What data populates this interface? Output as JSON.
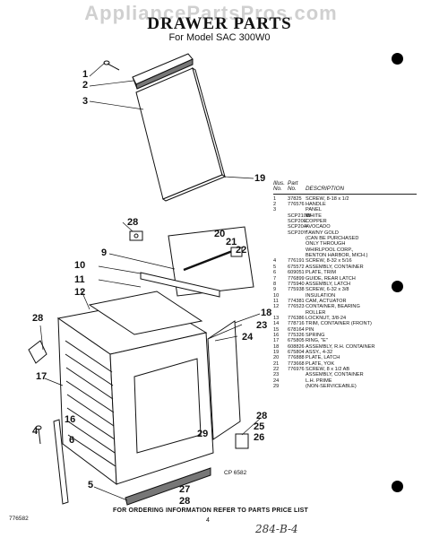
{
  "watermark": "AppliancePartsPros.com",
  "title": "DRAWER PARTS",
  "subtitle": "For Model SAC 300W0",
  "parts_list": {
    "header_line1": [
      "Illus.",
      "Part",
      ""
    ],
    "header_line2": [
      "No.",
      "No.",
      "DESCRIPTION"
    ],
    "rows": [
      [
        "1",
        "37825",
        "SCREW, 8-18 x 1/2"
      ],
      [
        "2",
        "776576",
        "HANDLE"
      ],
      [
        "3",
        "",
        "PANEL"
      ],
      [
        "",
        "SCP210W",
        "WHITE"
      ],
      [
        "",
        "SCP20E",
        "COPPER"
      ],
      [
        "",
        "SCP20A",
        "AVOCADO"
      ],
      [
        "",
        "SCP20Y",
        "TAWNY GOLD"
      ],
      [
        "",
        "",
        "(CAN BE PURCHASED"
      ],
      [
        "",
        "",
        "ONLY THROUGH"
      ],
      [
        "",
        "",
        "WHIRLPOOL CORP.,"
      ],
      [
        "",
        "",
        "BENTON HARBOR, MICH.)"
      ],
      [
        "4",
        "776191",
        "SCREW, 8-32 x 5/16"
      ],
      [
        "5",
        "675572",
        "ASSEMBLY, CONTAINER"
      ],
      [
        "6",
        "609051",
        "PLATE, TRIM"
      ],
      [
        "7",
        "776899",
        "GUIDE, REAR LATCH"
      ],
      [
        "8",
        "775940",
        "ASSEMBLY, LATCH"
      ],
      [
        "9",
        "775938",
        "SCREW, 6-32 x 3/8"
      ],
      [
        "10",
        "",
        "INSULATION"
      ],
      [
        "11",
        "774381",
        "CAM, ACTUATOR"
      ],
      [
        "12",
        "776523",
        "CONTAINER, BEARING"
      ],
      [
        "",
        "",
        "ROLLER"
      ],
      [
        "13",
        "776386",
        "LOCKNUT, 3/8-24"
      ],
      [
        "14",
        "778716",
        "TRIM, CONTAINER (FRONT)"
      ],
      [
        "15",
        "678164",
        "PIN"
      ],
      [
        "16",
        "775326",
        "SPRING"
      ],
      [
        "17",
        "675805",
        "RING, \"E\""
      ],
      [
        "18",
        "608826",
        "ASSEMBLY, R.H. CONTAINER"
      ],
      [
        "19",
        "675804",
        "ASSY., 4-32"
      ],
      [
        "20",
        "776888",
        "PLATE, LATCH"
      ],
      [
        "21",
        "773668",
        "PLATE, YOK"
      ],
      [
        "22",
        "776976",
        "SCREW, 8 x 1/2 AB"
      ],
      [
        "23",
        "",
        "ASSEMBLY, CONTAINER"
      ],
      [
        "24",
        "",
        "L.H. PRIME"
      ],
      [
        "29",
        "",
        "(NON-SERVICEABLE)"
      ]
    ]
  },
  "callouts": [
    "1",
    "2",
    "3",
    "19",
    "28",
    "20",
    "21",
    "22",
    "9",
    "10",
    "11",
    "12",
    "28",
    "23",
    "18",
    "24",
    "17",
    "16",
    "6",
    "4",
    "25",
    "28",
    "26",
    "29",
    "5",
    "27",
    "28"
  ],
  "catalog_code": "CP 6582",
  "footer": "FOR ORDERING INFORMATION REFER TO PARTS PRICE LIST",
  "page_number": "4",
  "left_code": "776582",
  "handwriting": "284-B-4"
}
